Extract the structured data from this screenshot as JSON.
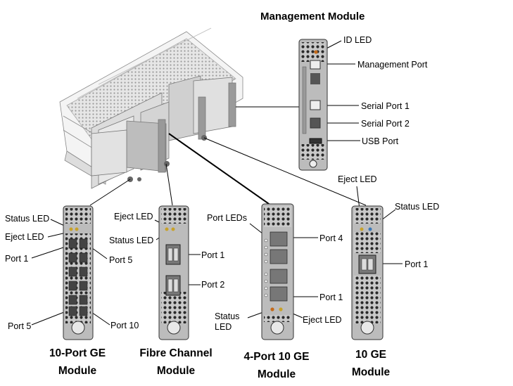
{
  "management": {
    "title": "Management Module",
    "labels": {
      "id_led": "ID LED",
      "management_port": "Management Port",
      "serial_port_1": "Serial Port 1",
      "serial_port_2": "Serial Port 2",
      "usb_port": "USB Port"
    }
  },
  "ge10port": {
    "caption_line1": "10-Port GE",
    "caption_line2": "Module",
    "labels": {
      "status_led": "Status LED",
      "eject_led": "Eject LED",
      "port_1": "Port 1",
      "port_5_right": "Port 5",
      "port_5_left": "Port 5",
      "port_10": "Port 10"
    }
  },
  "fibre": {
    "caption_line1": "Fibre Channel",
    "caption_line2": "Module",
    "labels": {
      "eject_led": "Eject LED",
      "status_led": "Status LED",
      "port_1": "Port 1",
      "port_2": "Port 2"
    }
  },
  "ge10_4port": {
    "caption_line1": "4-Port 10 GE",
    "caption_line2": "Module",
    "labels": {
      "port_leds": "Port LEDs",
      "port_4": "Port 4",
      "port_1": "Port 1",
      "status_led": "Status\nLED",
      "eject_led": "Eject LED"
    }
  },
  "ge10": {
    "caption_line1": "10 GE",
    "caption_line2": "Module",
    "labels": {
      "eject_led": "Eject LED",
      "status_led": "Status LED",
      "port_1": "Port 1"
    }
  }
}
